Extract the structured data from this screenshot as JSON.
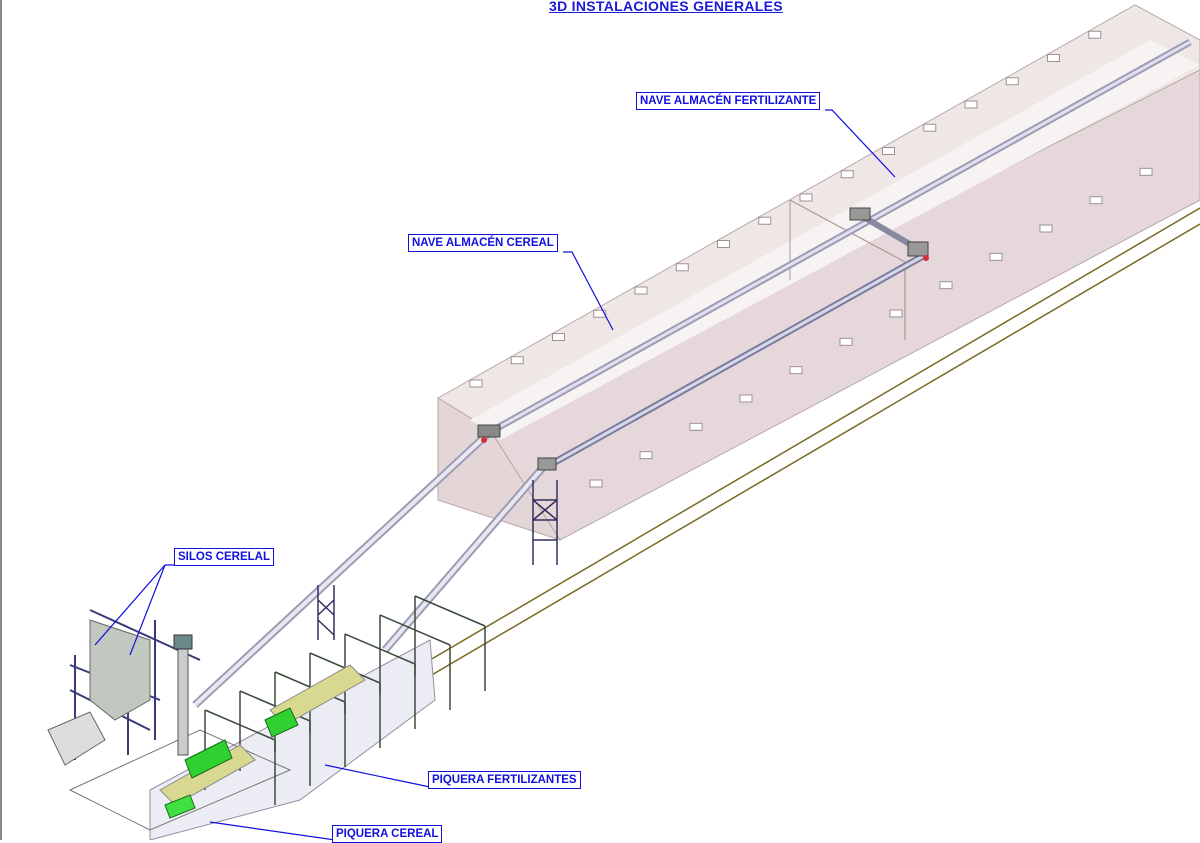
{
  "title": "3D  INSTALACIONES GENERALES",
  "labels": {
    "fertilizer_warehouse": "NAVE ALMACÉN FERTILIZANTE",
    "cereal_warehouse": "NAVE ALMACÉN CEREAL",
    "cereal_silos": "SILOS CERELAL",
    "fertilizer_hopper": "PIQUERA FERTILIZANTES",
    "cereal_hopper": "PIQUERA CEREAL"
  },
  "colors": {
    "label": "#1010e0",
    "building_wall": "#e8dcdc",
    "conveyor": "#b8b8cc",
    "structure": "#3a3a7a",
    "highlight_green": "#30d030",
    "highlight_yellow": "#d8d890",
    "utility_line": "#7a6a20"
  }
}
